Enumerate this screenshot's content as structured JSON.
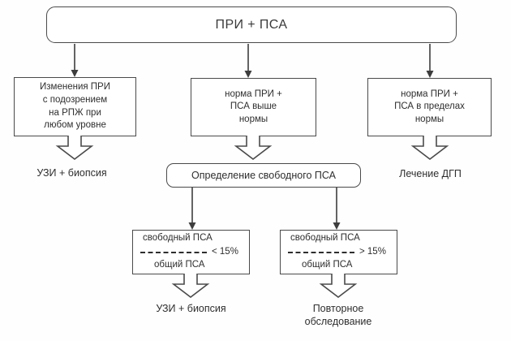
{
  "colors": {
    "line": "#4a4a4a",
    "text": "#2e2e2e",
    "background": "#ffffff"
  },
  "flowchart": {
    "root": {
      "label": "ПРИ + ПСА"
    },
    "branches": [
      {
        "box": "Изменения ПРИ\nс подозрением\nна РПЖ при\nлюбом уровне",
        "outcome": "УЗИ + биопсия"
      },
      {
        "box": "норма ПРИ +\nПСА выше\nнормы",
        "outcome": "Определение свободного ПСА"
      },
      {
        "box": "норма ПРИ +\nПСА в пределах\nнормы",
        "outcome": "Лечение ДГП"
      }
    ],
    "free_psa": {
      "title": "Определение свободного ПСА",
      "ratios": [
        {
          "numerator": "свободный ПСА",
          "denominator": "общий ПСА",
          "condition": "< 15%",
          "outcome": "УЗИ + биопсия"
        },
        {
          "numerator": "свободный ПСА",
          "denominator": "общий ПСА",
          "condition": "> 15%",
          "outcome": "Повторное\nобследование"
        }
      ]
    }
  }
}
